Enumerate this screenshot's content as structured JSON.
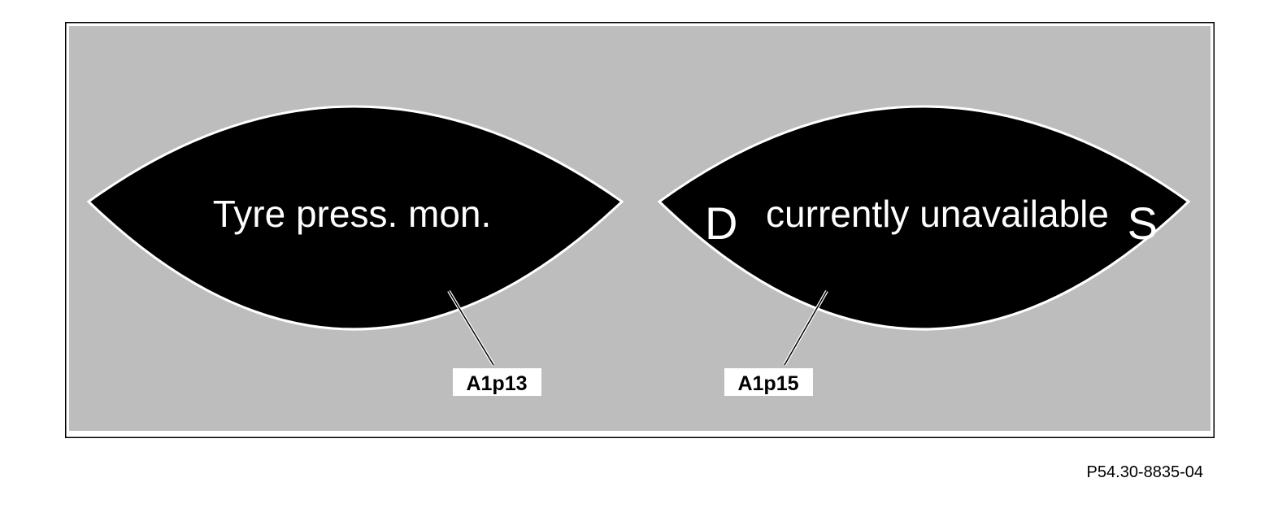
{
  "displays": [
    {
      "id": "A1p13",
      "message": "Tyre press. mon.",
      "callout": "A1p13"
    },
    {
      "id": "A1p15",
      "message_left_symbol": "D",
      "message": "currently unavailable",
      "message_right_symbol": "S",
      "callout": "A1p15"
    }
  ],
  "figure_code": "P54.30-8835-04",
  "colors": {
    "background_panel": "#bdbdbd",
    "display": "#000000",
    "display_border": "#ffffff",
    "frame": "#000000"
  }
}
